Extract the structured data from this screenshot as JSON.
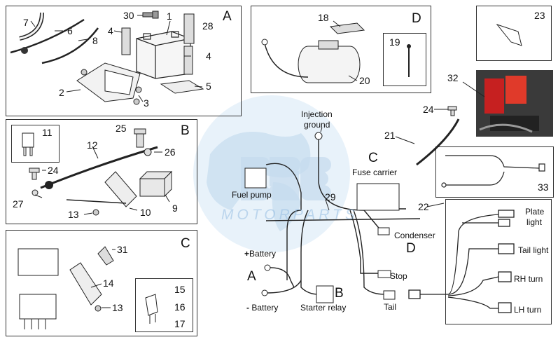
{
  "groups": {
    "A": "A",
    "B": "B",
    "C": "C",
    "D": "D"
  },
  "parts": {
    "p1": "1",
    "p2": "2",
    "p3": "3",
    "p4a": "4",
    "p4b": "4",
    "p5": "5",
    "p6": "6",
    "p7": "7",
    "p8": "8",
    "p9": "9",
    "p10": "10",
    "p11": "11",
    "p12": "12",
    "p13a": "13",
    "p13b": "13",
    "p14": "14",
    "p15": "15",
    "p16": "16",
    "p17": "17",
    "p18": "18",
    "p19": "19",
    "p20": "20",
    "p21": "21",
    "p22": "22",
    "p23": "23",
    "p24a": "24",
    "p24b": "24",
    "p25": "25",
    "p26": "26",
    "p27": "27",
    "p28": "28",
    "p29": "29",
    "p30": "30",
    "p31": "31",
    "p32": "32",
    "p33": "33"
  },
  "labels": {
    "injection_ground": [
      "Injection",
      "ground"
    ],
    "fuse_carrier": "Fuse carrier",
    "fuel_pump": "Fuel pump",
    "condenser": "Condenser",
    "plus_battery": "Battery",
    "minus_battery": "Battery",
    "starter_relay": "Starter relay",
    "stop": "Stop",
    "tail": "Tail",
    "plate_light": [
      "Plate",
      "light"
    ],
    "tail_light": "Tail light",
    "rh_turn": "RH turn",
    "lh_turn": "LH turn"
  },
  "watermark": "MOTORPARTS"
}
